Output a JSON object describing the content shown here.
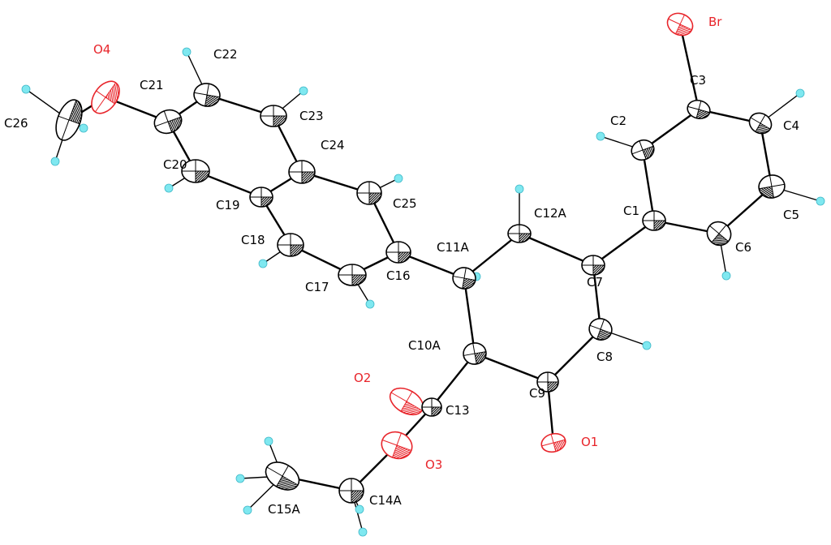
{
  "diagram": {
    "type": "ORTEP molecular structure",
    "colors": {
      "carbon": "#000000",
      "oxygen": "#e8252b",
      "bromine": "#e8252b",
      "hydrogen": "#7fe8f0"
    },
    "atoms": [
      {
        "id": "Br",
        "label": "Br",
        "element": "Br"
      },
      {
        "id": "C3",
        "label": "C3",
        "element": "C"
      },
      {
        "id": "C4",
        "label": "C4",
        "element": "C"
      },
      {
        "id": "C2",
        "label": "C2",
        "element": "C"
      },
      {
        "id": "C5",
        "label": "C5",
        "element": "C"
      },
      {
        "id": "C1",
        "label": "C1",
        "element": "C"
      },
      {
        "id": "C6",
        "label": "C6",
        "element": "C"
      },
      {
        "id": "C12A",
        "label": "C12A",
        "element": "C"
      },
      {
        "id": "C7",
        "label": "C7",
        "element": "C"
      },
      {
        "id": "C11A",
        "label": "C11A",
        "element": "C"
      },
      {
        "id": "C8",
        "label": "C8",
        "element": "C"
      },
      {
        "id": "C10A",
        "label": "C10A",
        "element": "C"
      },
      {
        "id": "C9",
        "label": "C9",
        "element": "C"
      },
      {
        "id": "O1",
        "label": "O1",
        "element": "O"
      },
      {
        "id": "O2",
        "label": "O2",
        "element": "O"
      },
      {
        "id": "C13",
        "label": "C13",
        "element": "C"
      },
      {
        "id": "O3",
        "label": "O3",
        "element": "O"
      },
      {
        "id": "C14A",
        "label": "C14A",
        "element": "C"
      },
      {
        "id": "C15A",
        "label": "C15A",
        "element": "C"
      },
      {
        "id": "C16",
        "label": "C16",
        "element": "C"
      },
      {
        "id": "C25",
        "label": "C25",
        "element": "C"
      },
      {
        "id": "C17",
        "label": "C17",
        "element": "C"
      },
      {
        "id": "C24",
        "label": "C24",
        "element": "C"
      },
      {
        "id": "C18",
        "label": "C18",
        "element": "C"
      },
      {
        "id": "C19",
        "label": "C19",
        "element": "C"
      },
      {
        "id": "C23",
        "label": "C23",
        "element": "C"
      },
      {
        "id": "C20",
        "label": "C20",
        "element": "C"
      },
      {
        "id": "C22",
        "label": "C22",
        "element": "C"
      },
      {
        "id": "C21",
        "label": "C21",
        "element": "C"
      },
      {
        "id": "O4",
        "label": "O4",
        "element": "O"
      },
      {
        "id": "C26",
        "label": "C26",
        "element": "C"
      }
    ],
    "bonds": [
      [
        "Br",
        "C3"
      ],
      [
        "C3",
        "C2"
      ],
      [
        "C3",
        "C4"
      ],
      [
        "C4",
        "C5"
      ],
      [
        "C5",
        "C6"
      ],
      [
        "C6",
        "C1"
      ],
      [
        "C1",
        "C2"
      ],
      [
        "C1",
        "C7"
      ],
      [
        "C7",
        "C12A"
      ],
      [
        "C12A",
        "C11A"
      ],
      [
        "C11A",
        "C10A"
      ],
      [
        "C10A",
        "C9"
      ],
      [
        "C9",
        "C8"
      ],
      [
        "C8",
        "C7"
      ],
      [
        "C9",
        "O1"
      ],
      [
        "C10A",
        "C13"
      ],
      [
        "C13",
        "O2"
      ],
      [
        "C13",
        "O3"
      ],
      [
        "O3",
        "C14A"
      ],
      [
        "C14A",
        "C15A"
      ],
      [
        "C11A",
        "C16"
      ],
      [
        "C16",
        "C25"
      ],
      [
        "C25",
        "C24"
      ],
      [
        "C24",
        "C19"
      ],
      [
        "C19",
        "C18"
      ],
      [
        "C18",
        "C17"
      ],
      [
        "C17",
        "C16"
      ],
      [
        "C24",
        "C23"
      ],
      [
        "C23",
        "C22"
      ],
      [
        "C22",
        "C21"
      ],
      [
        "C21",
        "C20"
      ],
      [
        "C20",
        "C19"
      ],
      [
        "C21",
        "O4"
      ],
      [
        "O4",
        "C26"
      ]
    ]
  }
}
